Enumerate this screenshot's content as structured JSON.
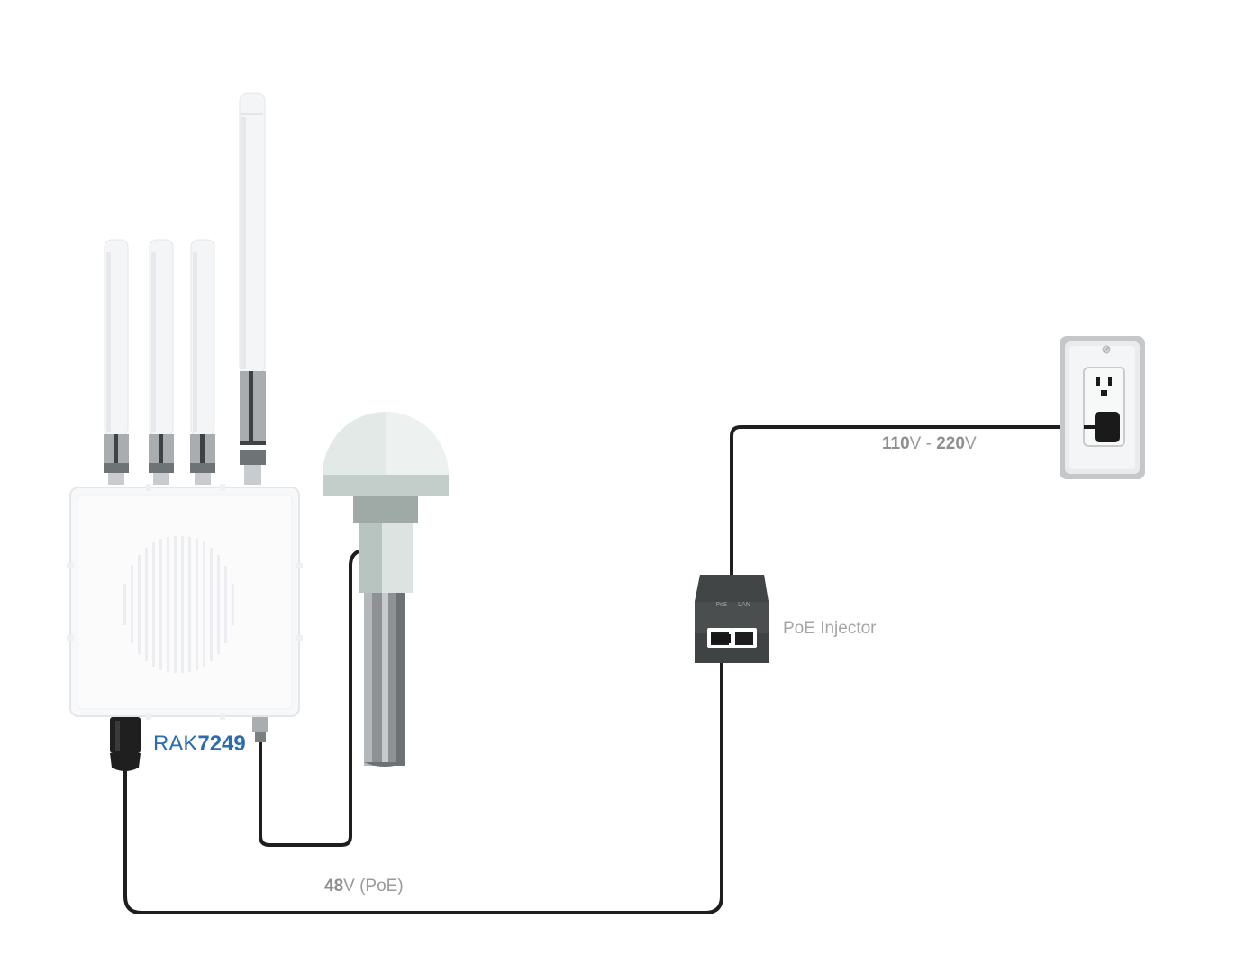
{
  "gateway": {
    "model_prefix": "RAK",
    "model_number": "7249"
  },
  "injector": {
    "label": "PoE Injector",
    "port_poe": "PoE",
    "port_lan": "LAN"
  },
  "power_label": {
    "v1": "110",
    "unit1": "V",
    "sep": " - ",
    "v2": "220",
    "unit2": "V"
  },
  "poe_label": {
    "value": "48",
    "unit": "V (PoE)"
  },
  "colors": {
    "cable": "#1e1e1e",
    "accent": "#2b6cb0",
    "label_gray": "#9a9a9a",
    "injector_body": "#4a4e4e"
  }
}
